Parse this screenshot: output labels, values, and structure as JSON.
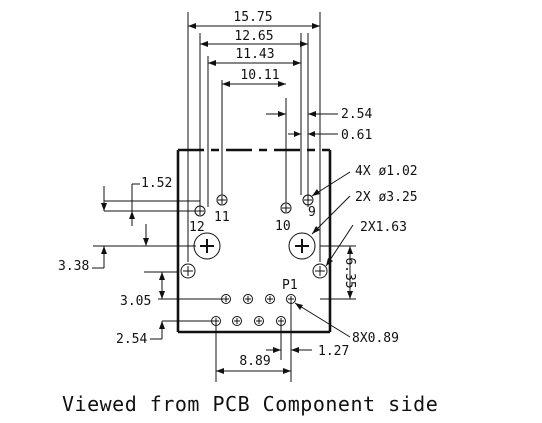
{
  "dimensions": {
    "d_15_75": "15.75",
    "d_12_65": "12.65",
    "d_11_43": "11.43",
    "d_10_11": "10.11",
    "d_2_54_top": "2.54",
    "d_0_61": "0.61",
    "d_1_52": "1.52",
    "d_3_38": "3.38",
    "d_3_05": "3.05",
    "d_2_54_left": "2.54",
    "d_8_89": "8.89",
    "d_1_27": "1.27",
    "d_6_35": "6.35"
  },
  "callouts": {
    "holes_4x": "4X ø1.02",
    "holes_2x": "2X ø3.25",
    "holes_2x163": "2X1.63",
    "pins_8x": "8X0.89"
  },
  "pin_labels": {
    "p12": "12",
    "p11": "11",
    "p10": "10",
    "p9": "9",
    "p1": "P1"
  },
  "caption": "Viewed from PCB Component side"
}
